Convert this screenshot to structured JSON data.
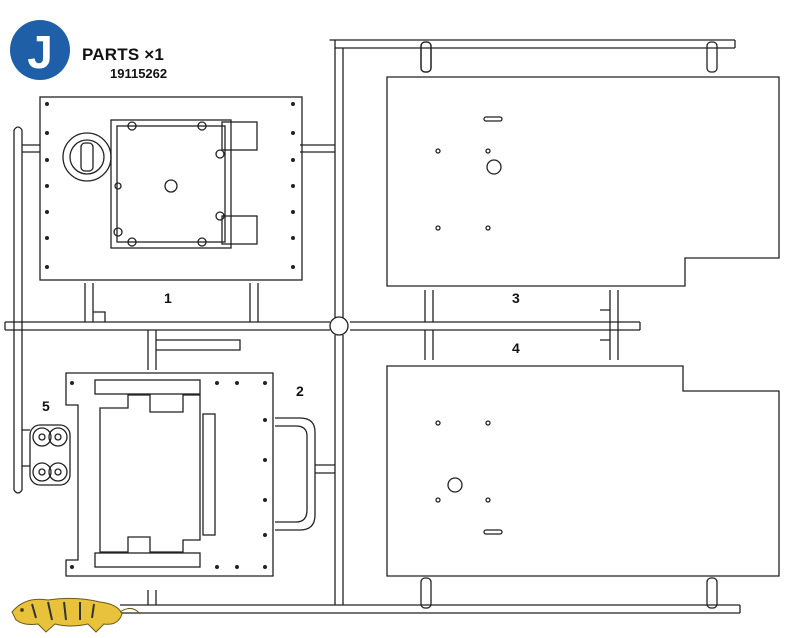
{
  "header": {
    "sprue_letter": "J",
    "title": "PARTS ×1",
    "part_code": "19115262",
    "badge_color": "#1f5fa8"
  },
  "parts": [
    {
      "number": "1"
    },
    {
      "number": "2"
    },
    {
      "number": "3"
    },
    {
      "number": "4"
    },
    {
      "number": "5"
    }
  ],
  "logo": {
    "name": "tiger-logo",
    "color": "#e8c23a"
  }
}
